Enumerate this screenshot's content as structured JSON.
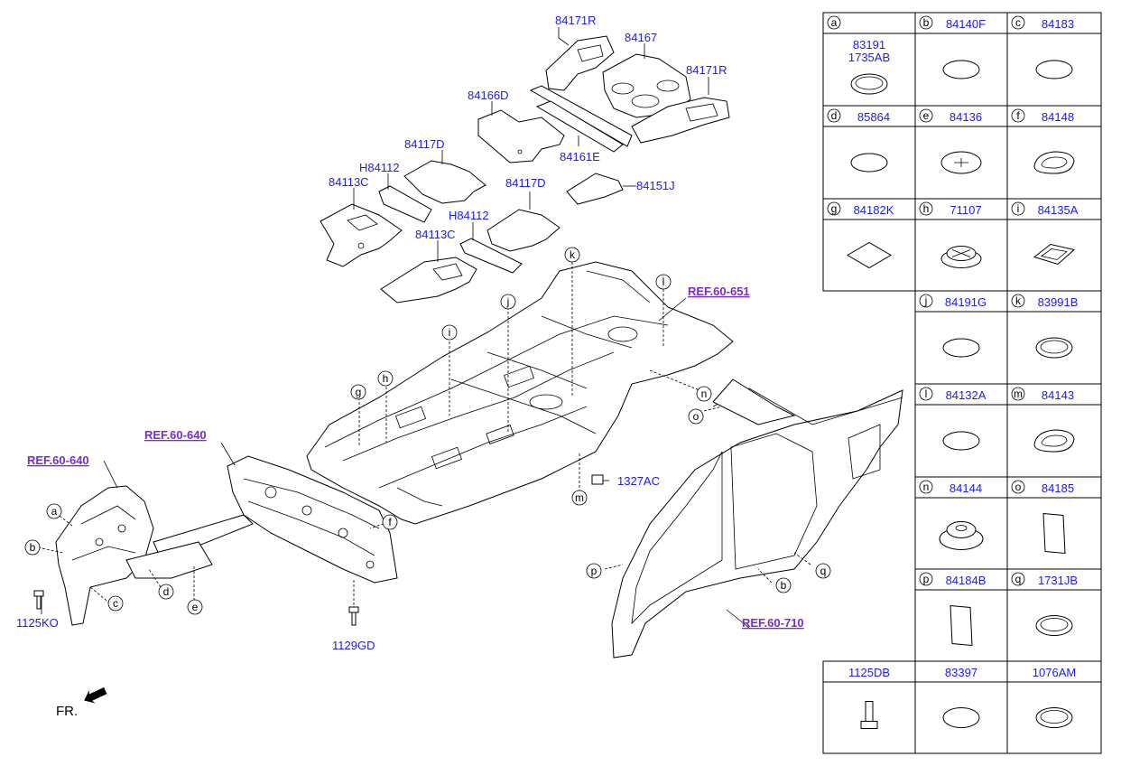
{
  "diagram": {
    "part_numbers": {
      "p84171R_top": "84171R",
      "p84167": "84167",
      "p84171R_right": "84171R",
      "p84166D": "84166D",
      "p84161E": "84161E",
      "p84117D_a": "84117D",
      "pH84112_a": "H84112",
      "p84113C_a": "84113C",
      "p84151J": "84151J",
      "p84117D_b": "84117D",
      "pH84112_b": "H84112",
      "p84113C_b": "84113C",
      "p1327AC": "1327AC",
      "p1125KO": "1125KO",
      "p1129GD": "1129GD"
    },
    "refs": {
      "ref_651": "REF.60-651",
      "ref_640_mid": "REF.60-640",
      "ref_640_left": "REF.60-640",
      "ref_710": "REF.60-710"
    },
    "callouts": [
      "a",
      "b",
      "c",
      "d",
      "e",
      "f",
      "g",
      "h",
      "i",
      "j",
      "k",
      "l",
      "m",
      "n",
      "o",
      "p",
      "q",
      "b"
    ],
    "front_label": "FR."
  },
  "table": {
    "cells": [
      {
        "key": "a",
        "part": "",
        "sub": [
          "83191",
          "1735AB"
        ]
      },
      {
        "key": "b",
        "part": "84140F"
      },
      {
        "key": "c",
        "part": "84183"
      },
      {
        "key": "d",
        "part": "85864"
      },
      {
        "key": "e",
        "part": "84136"
      },
      {
        "key": "f",
        "part": "84148"
      },
      {
        "key": "g",
        "part": "84182K"
      },
      {
        "key": "h",
        "part": "71107"
      },
      {
        "key": "i",
        "part": "84135A"
      },
      {
        "key": "j",
        "part": "84191G"
      },
      {
        "key": "k",
        "part": "83991B"
      },
      {
        "key": "l",
        "part": "84132A"
      },
      {
        "key": "m",
        "part": "84143"
      },
      {
        "key": "n",
        "part": "84144"
      },
      {
        "key": "o",
        "part": "84185"
      },
      {
        "key": "p",
        "part": "84184B"
      },
      {
        "key": "q",
        "part": "1731JB"
      },
      {
        "key": "",
        "part": "1125DB"
      },
      {
        "key": "",
        "part": "83397"
      },
      {
        "key": "",
        "part": "1076AM"
      }
    ]
  }
}
